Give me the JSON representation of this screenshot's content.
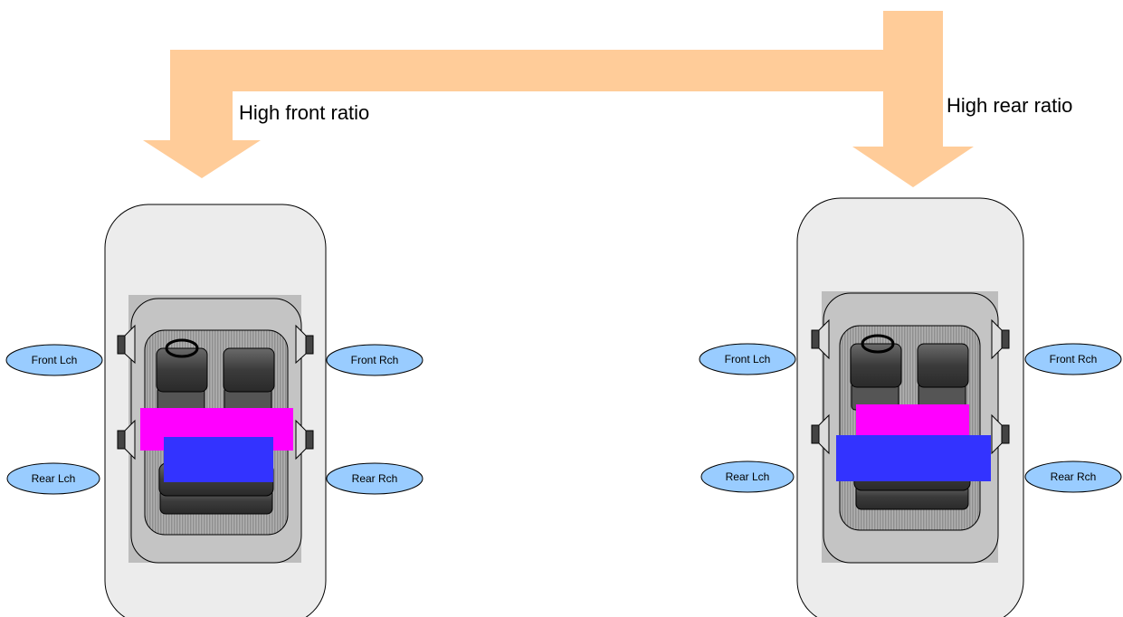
{
  "arrow_labels": {
    "front": "High front ratio",
    "rear": "High rear ratio"
  },
  "left_car": {
    "front_lch": "Front Lch",
    "front_rch": "Front Rch",
    "rear_lch": "Rear Lch",
    "rear_rch": "Rear Rch"
  },
  "right_car": {
    "front_lch": "Front Lch",
    "front_rch": "Front Rch",
    "rear_lch": "Rear Lch",
    "rear_rch": "Rear Rch"
  },
  "colors": {
    "arrow": "#ffcc99",
    "front_sound": "#ff00ff",
    "rear_sound": "#3333ff",
    "speaker_label_fill": "#99ccff",
    "car_body": "#ececec"
  }
}
